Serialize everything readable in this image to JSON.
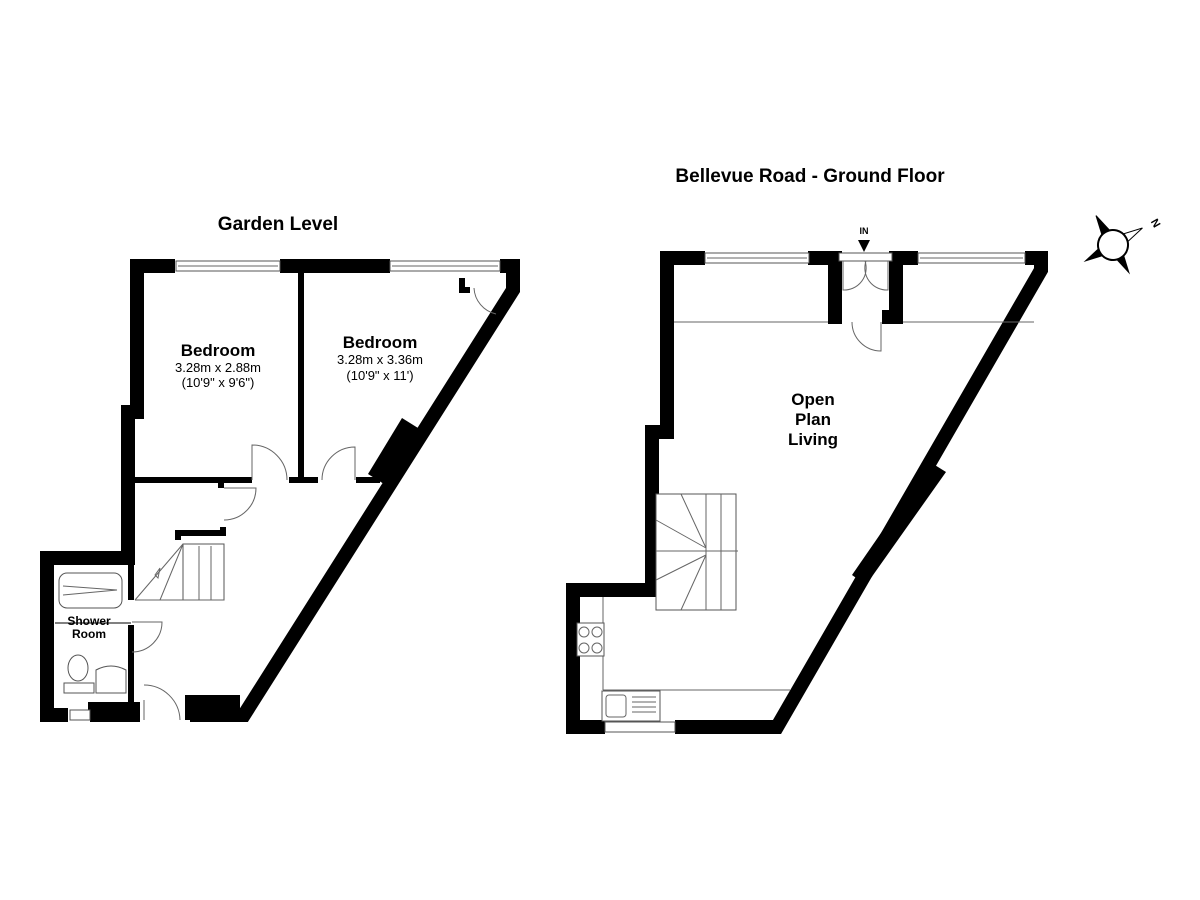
{
  "garden_level": {
    "title": "Garden Level",
    "rooms": [
      {
        "name": "Bedroom",
        "size_metric": "3.28m x 2.88m",
        "size_imperial": "(10'9\" x 9'6\")"
      },
      {
        "name": "Bedroom",
        "size_metric": "3.28m x 3.36m",
        "size_imperial": "(10'9\" x 11')"
      },
      {
        "name_line1": "Shower",
        "name_line2": "Room"
      }
    ]
  },
  "ground_floor": {
    "title": "Bellevue Road - Ground Floor",
    "entrance_label": "IN",
    "room": {
      "line1": "Open",
      "line2": "Plan",
      "line3": "Living"
    }
  },
  "compass": {
    "label": "N"
  }
}
